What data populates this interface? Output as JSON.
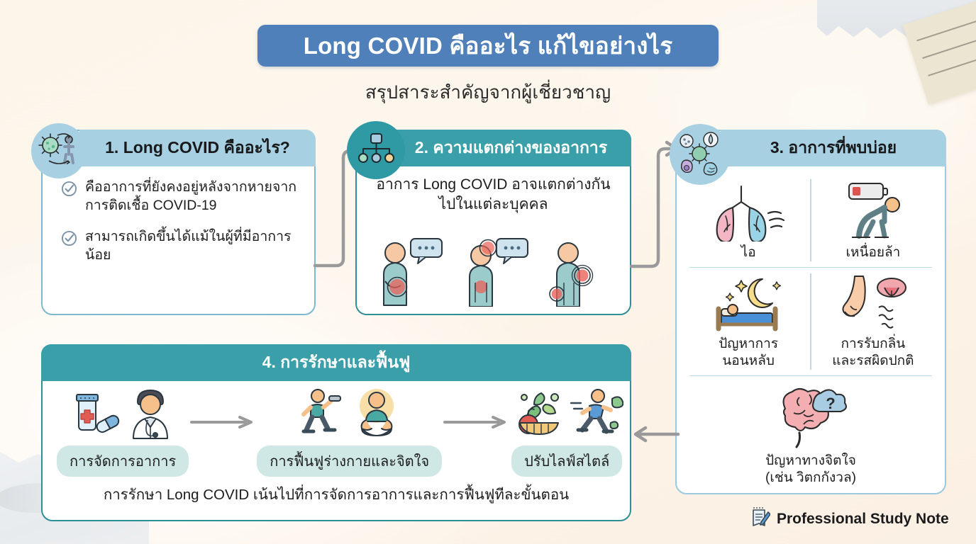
{
  "header": {
    "title": "Long COVID คืออะไร แก้ไขอย่างไร",
    "subtitle": "สรุปสาระสำคัญจากผู้เชี่ยวชาญ",
    "banner_color": "#4f80ba"
  },
  "cards": [
    {
      "number": "1",
      "title": "1. Long COVID คืออะไร?",
      "header_color": "#a8d0e3",
      "badge_icon": "virus-person-icon",
      "bullets": [
        "คืออาการที่ยังคงอยู่หลังจากหายจากการติดเชื้อ COVID-19",
        "สามารถเกิดขึ้นได้แม้ในผู้ที่มีอาการน้อย"
      ]
    },
    {
      "number": "2",
      "title": "2. ความแตกต่างของอาการ",
      "header_color": "#3a9fa8",
      "badge_icon": "hierarchy-tree-icon",
      "text": "อาการ Long COVID อาจแตกต่างกันไปในแต่ละบุคคล",
      "figures": [
        "person-chest-pain-icon",
        "person-head-chest-pain-icon",
        "person-shoulder-pain-icon"
      ]
    },
    {
      "number": "3",
      "title": "3. อาการที่พบบ่อย",
      "header_color": "#a8d0e3",
      "badge_icon": "virus-cluster-icon",
      "symptoms": [
        {
          "label": "ไอ",
          "icon": "lungs-cough-icon"
        },
        {
          "label": "เหนื่อยล้า",
          "icon": "low-battery-fatigue-icon"
        },
        {
          "label": "ปัญหาการนอนหลับ",
          "icon": "sleep-moon-bed-icon"
        },
        {
          "label": "การรับกลิ่นและรสผิดปกติ",
          "icon": "nose-tongue-icon"
        },
        {
          "label": "ปัญหาทางจิตใจ(เช่น วิตกกังวล)",
          "icon": "brain-cloud-question-icon"
        }
      ],
      "symptom_lines": {
        "s1": "ไอ",
        "s2": "เหนื่อยล้า",
        "s3a": "ปัญหาการ",
        "s3b": "นอนหลับ",
        "s4a": "การรับกลิ่น",
        "s4b": "และรสผิดปกติ",
        "s5a": "ปัญหาทางจิตใจ",
        "s5b": "(เช่น วิตกกังวล)"
      }
    },
    {
      "number": "4",
      "title": "4. การรักษาและฟื้นฟู",
      "header_color": "#3a9fa8",
      "steps": [
        {
          "label": "การจัดการอาการ",
          "icon": "medicine-doctor-icon"
        },
        {
          "label": "การฟื้นฟูร่างกายและจิตใจ",
          "icon": "exercise-meditation-icon"
        },
        {
          "label": "ปรับไลฟ์สไตล์",
          "icon": "healthy-food-running-icon"
        }
      ],
      "pill_color": "#cfe8e6",
      "footnote": "การรักษา Long COVID เน้นไปที่การจัดการอาการและการฟื้นฟูทีละขั้นตอน"
    }
  ],
  "footer": {
    "label": "Professional Study Note",
    "icon": "memo-pencil-icon"
  },
  "connectors": {
    "color": "#9a9a9a"
  }
}
